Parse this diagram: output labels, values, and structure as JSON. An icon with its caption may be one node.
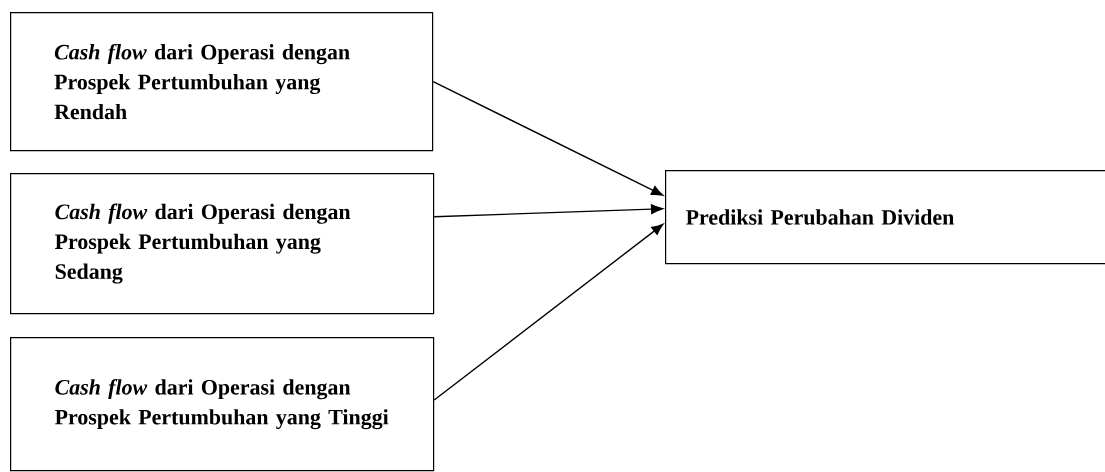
{
  "diagram": {
    "nodes": [
      {
        "text": [
          "*Cash flow* dari Operasi dengan Prospek Pertumbuhan yang Rendah"
        ]
      },
      {
        "text": [
          "*Cash flow* dari Operasi dengan Prospek Pertumbuhan yang Sedang"
        ]
      },
      {
        "text": [
          "*Cash flow* dari Operasi dengan Prospek Pertumbuhan yang Tinggi"
        ]
      },
      {
        "text": [
          "Prediksi Perubahan Dividen"
        ]
      }
    ],
    "edges": [
      {
        "from": 0,
        "to": 3,
        "arrow": "to"
      },
      {
        "from": 1,
        "to": 3,
        "arrow": "to"
      },
      {
        "from": 2,
        "to": 3,
        "arrow": "to"
      }
    ]
  }
}
